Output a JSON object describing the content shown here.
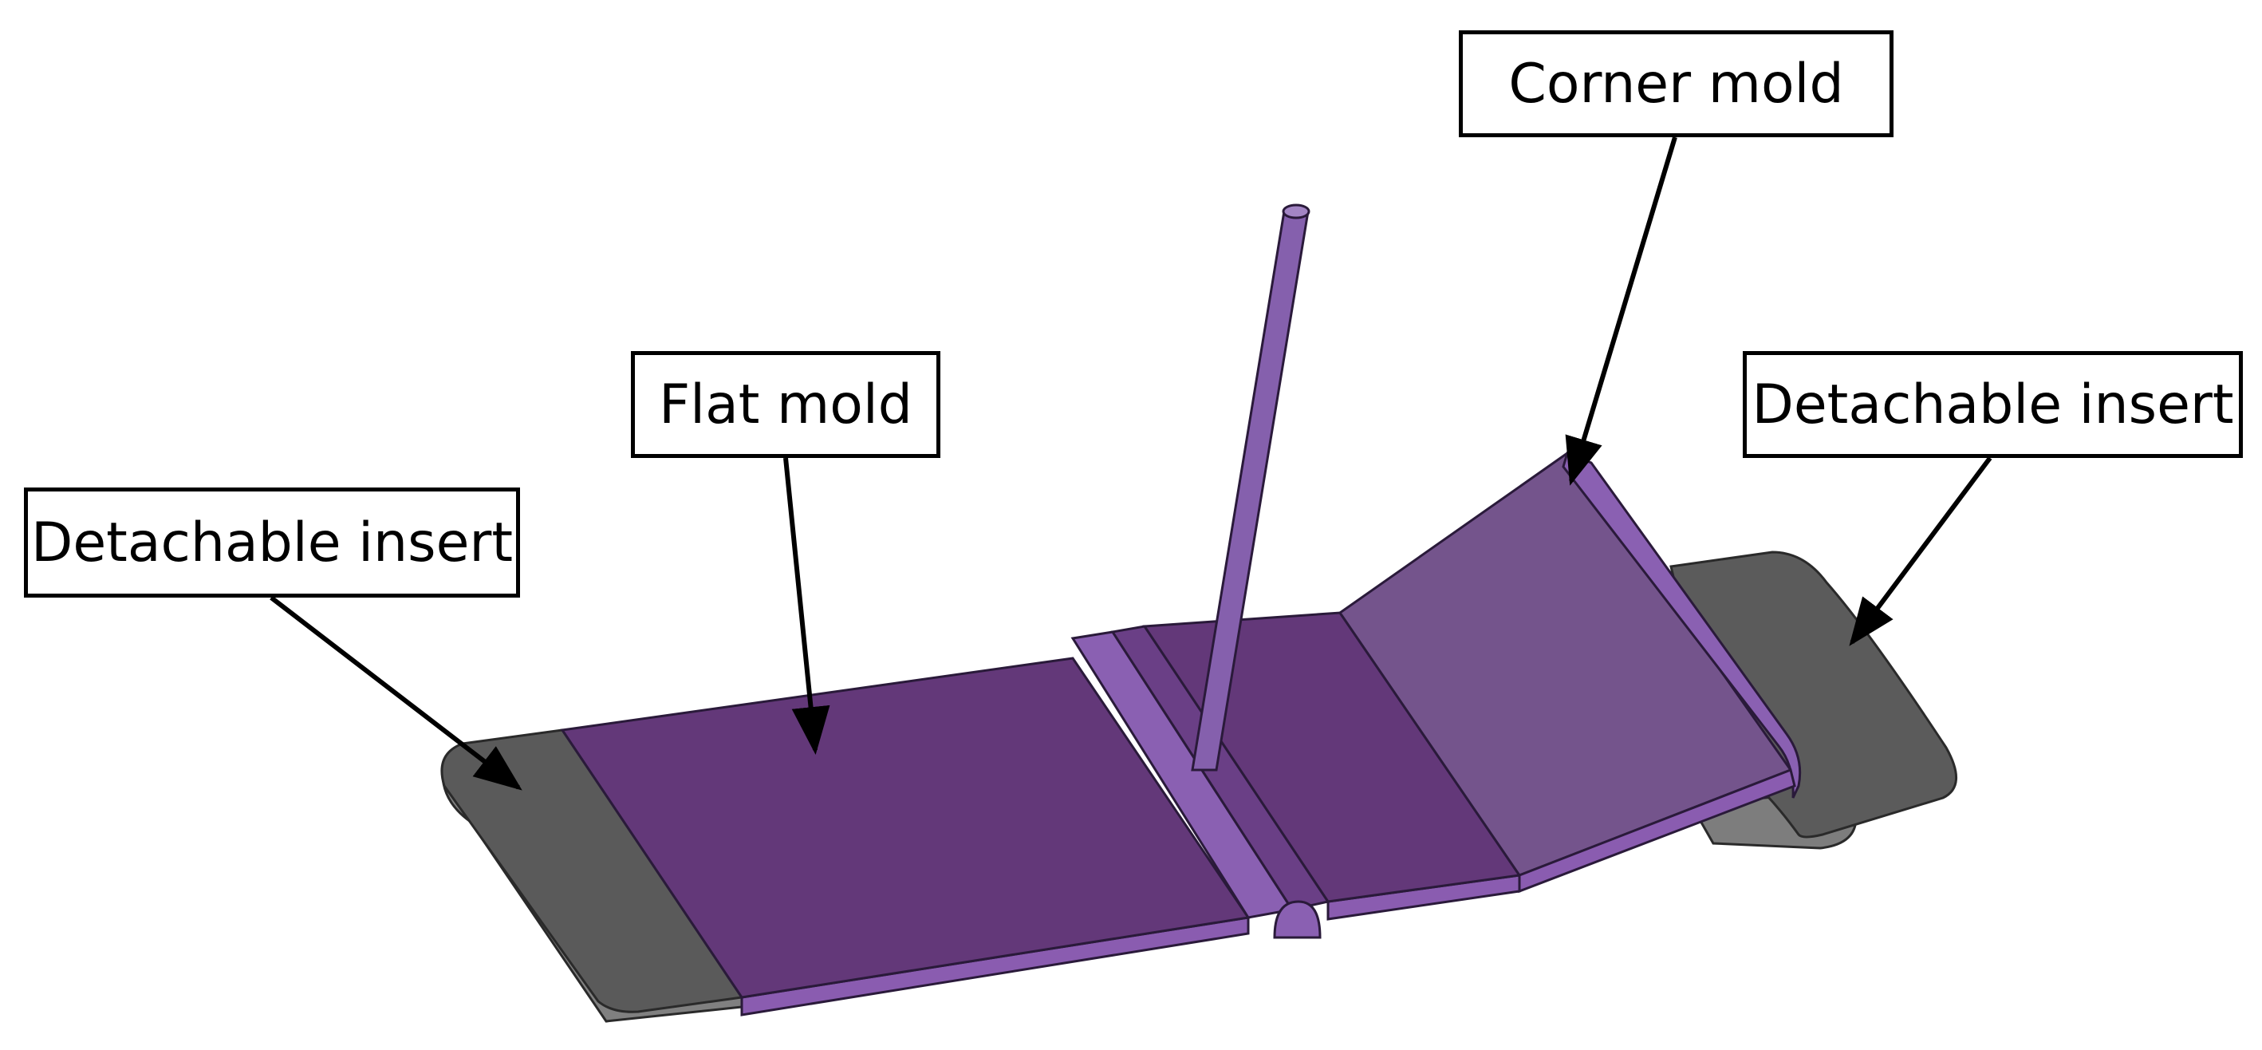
{
  "labels": {
    "left_insert": "Detachable insert",
    "flat_mold": "Flat mold",
    "corner_mold": "Corner mold",
    "right_insert": "Detachable insert"
  },
  "colors": {
    "insert_top": "#5b5b5b",
    "insert_edge": "#808080",
    "mold_flat": "#633879",
    "mold_edge": "#8a5cb0",
    "mold_incline": "#74548c",
    "sprue": "#8560ad",
    "outline": "#000000"
  }
}
